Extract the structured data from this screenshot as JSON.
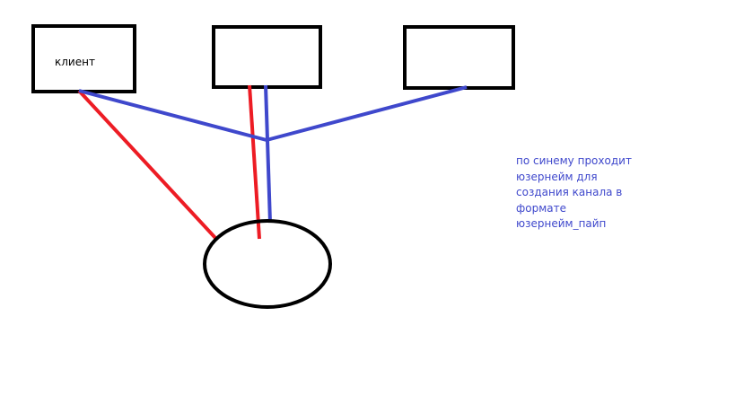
{
  "diagram": {
    "client_label": "клиент",
    "note_lines": [
      "по синему проходит",
      "юзернейм для",
      "создания канала в",
      "формате",
      "юзернейм_пайп"
    ]
  },
  "colors": {
    "box_stroke": "#000000",
    "red_line": "#ed1c24",
    "blue_line": "#3f48cc",
    "note_text": "#3f48cc"
  }
}
